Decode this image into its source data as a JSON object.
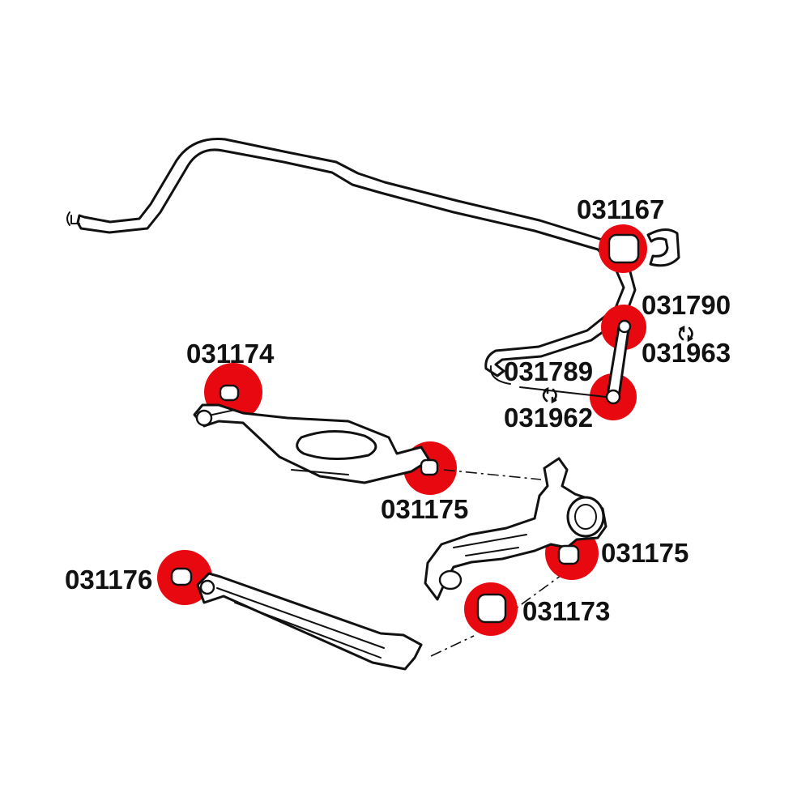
{
  "colors": {
    "highlight": "#e8080f",
    "line": "#111111",
    "background": "#ffffff"
  },
  "labels": {
    "stabilizer_bushing": "031167",
    "link_upper_a": "031790",
    "link_upper_b": "031963",
    "link_lower_a": "031789",
    "link_lower_b": "031962",
    "upper_arm_front": "031174",
    "upper_arm_rear": "031175",
    "knuckle_upper": "031175",
    "knuckle_lower": "031173",
    "trailing_arm": "031176"
  },
  "icons": {
    "swap_upper": "swap-arrows-icon",
    "swap_lower": "swap-arrows-icon"
  }
}
